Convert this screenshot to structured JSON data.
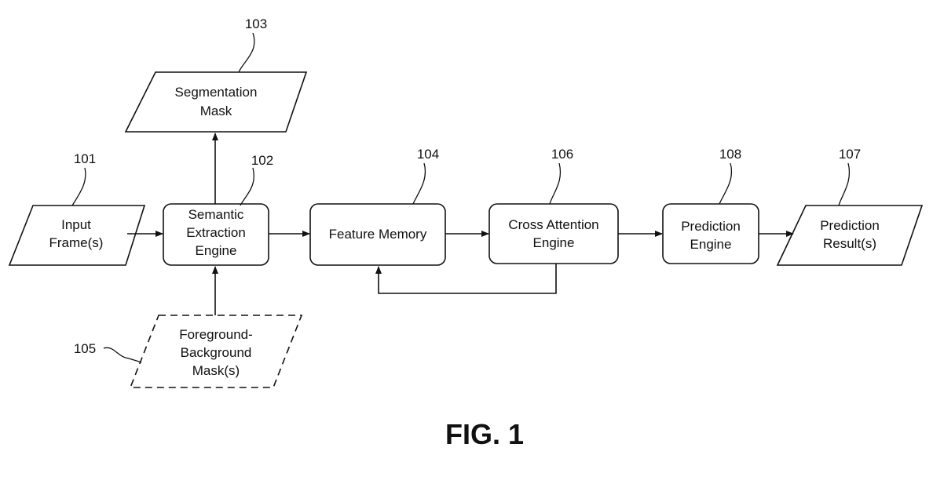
{
  "nodes": {
    "input_frames": {
      "ref": "101",
      "lines": [
        "Input",
        "Frame(s)"
      ]
    },
    "semantic_extraction": {
      "ref": "102",
      "lines": [
        "Semantic",
        "Extraction",
        "Engine"
      ]
    },
    "segmentation_mask": {
      "ref": "103",
      "lines": [
        "Segmentation",
        "Mask"
      ]
    },
    "feature_memory": {
      "ref": "104",
      "lines": [
        "Feature Memory"
      ]
    },
    "fg_bg_mask": {
      "ref": "105",
      "lines": [
        "Foreground-",
        "Background",
        "Mask(s)"
      ]
    },
    "cross_attention": {
      "ref": "106",
      "lines": [
        "Cross Attention",
        "Engine"
      ]
    },
    "prediction_result": {
      "ref": "107",
      "lines": [
        "Prediction",
        "Result(s)"
      ]
    },
    "prediction_engine": {
      "ref": "108",
      "lines": [
        "Prediction",
        "Engine"
      ]
    }
  },
  "figure_label": "FIG. 1",
  "colors": {
    "stroke": "#111111",
    "background": "#ffffff"
  }
}
